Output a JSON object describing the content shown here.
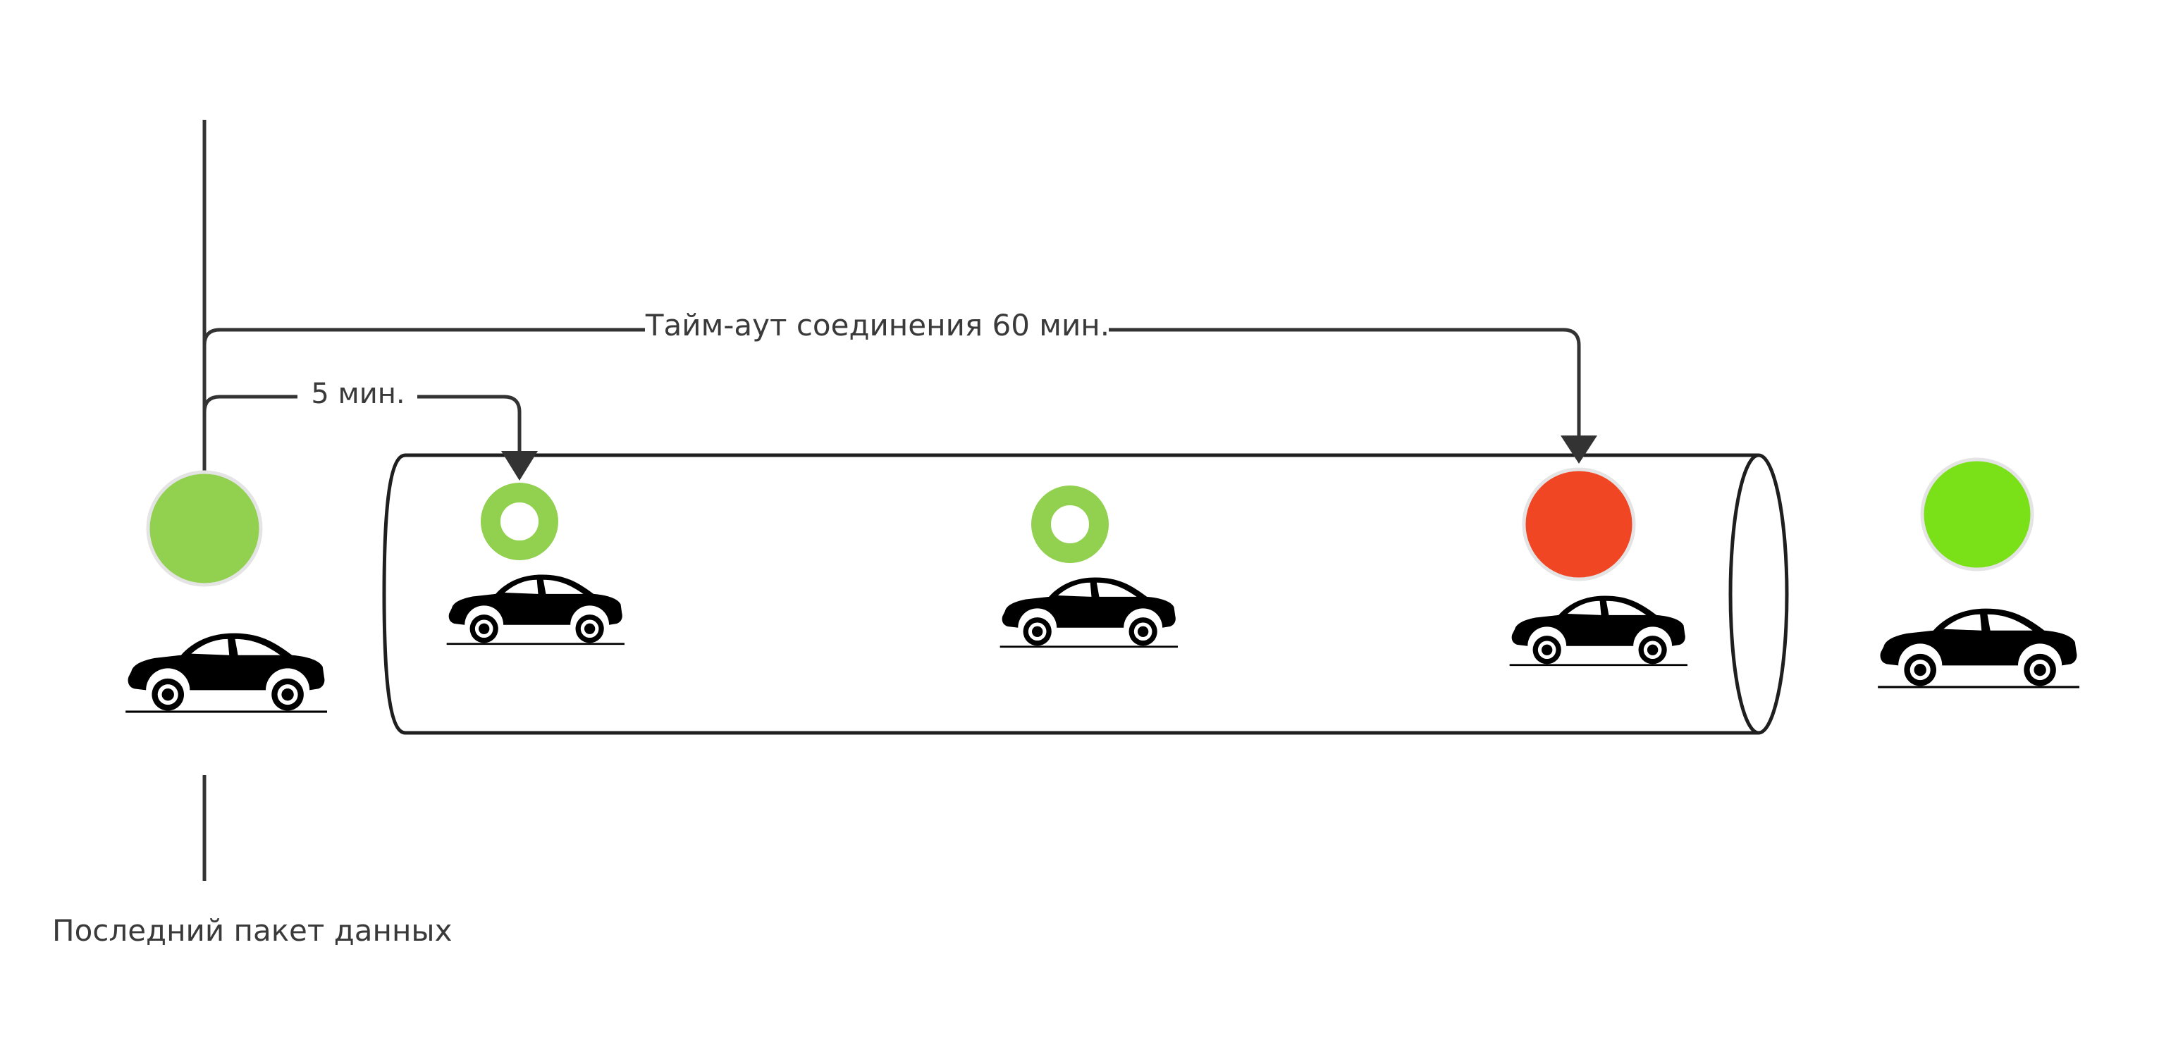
{
  "labels": {
    "timeout": "Тайм-аут соединения 60 мин.",
    "short_interval": "5 мин.",
    "last_packet": "Последний пакет данных"
  },
  "colors": {
    "line": "#333333",
    "light_green": "#92d050",
    "bright_green": "#7ae017",
    "red": "#f04623",
    "car": "#000000",
    "circle_border": "#e4e4e4"
  },
  "icons": {
    "car": "car-icon",
    "arrow": "arrow-down-icon"
  },
  "indicators": [
    {
      "id": "indicator-last-packet",
      "kind": "filled",
      "color": "light_green"
    },
    {
      "id": "indicator-5min",
      "kind": "ring",
      "color": "light_green"
    },
    {
      "id": "indicator-middle",
      "kind": "ring",
      "color": "light_green"
    },
    {
      "id": "indicator-timeout",
      "kind": "filled",
      "color": "red"
    },
    {
      "id": "indicator-new-connection",
      "kind": "filled",
      "color": "bright_green"
    }
  ]
}
